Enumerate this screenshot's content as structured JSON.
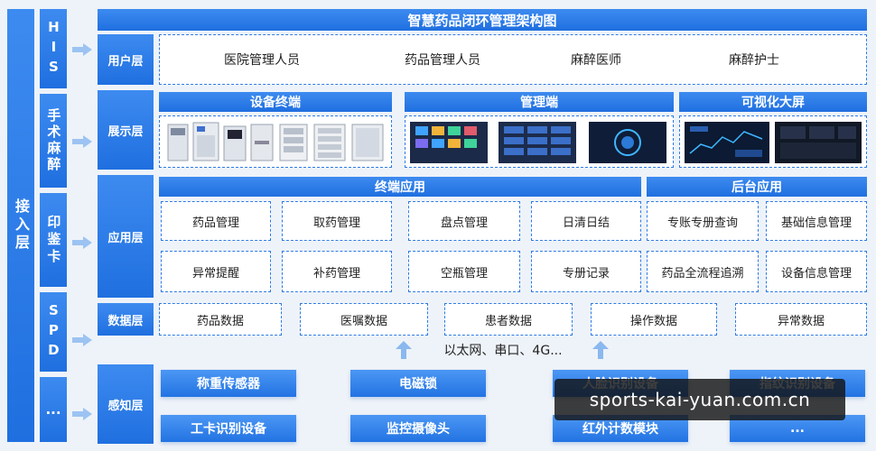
{
  "title": "智慧药品闭环管理架构图",
  "access_layer": "接入层",
  "left_systems": [
    "HIS",
    "手术麻醉",
    "印鉴卡",
    "SPD",
    "..."
  ],
  "layers": {
    "user": "用户层",
    "display": "展示层",
    "app": "应用层",
    "data": "数据层",
    "perception": "感知层"
  },
  "user_layer_items": [
    "医院管理人员",
    "药品管理人员",
    "麻醉医师",
    "麻醉护士"
  ],
  "display_headers": [
    "设备终端",
    "管理端",
    "可视化大屏"
  ],
  "app_headers": [
    "终端应用",
    "后台应用"
  ],
  "app_items": [
    [
      "药品管理",
      "取药管理",
      "盘点管理",
      "日清日结",
      "专账专册查询",
      "基础信息管理"
    ],
    [
      "异常提醒",
      "补药管理",
      "空瓶管理",
      "专册记录",
      "药品全流程追溯",
      "设备信息管理"
    ]
  ],
  "data_items": [
    "药品数据",
    "医嘱数据",
    "患者数据",
    "操作数据",
    "异常数据"
  ],
  "network_label": "以太网、串口、4G...",
  "perception_items": [
    [
      "称重传感器",
      "电磁锁",
      "人脸识别设备",
      "指纹识别设备"
    ],
    [
      "工卡识别设备",
      "监控摄像头",
      "红外计数模块",
      "..."
    ]
  ],
  "watermark": "sports-kai-yuan.com.cn",
  "colors": {
    "primary": "#1f6fe0",
    "dash": "#2f7be6",
    "bg": "#eef3f9"
  }
}
